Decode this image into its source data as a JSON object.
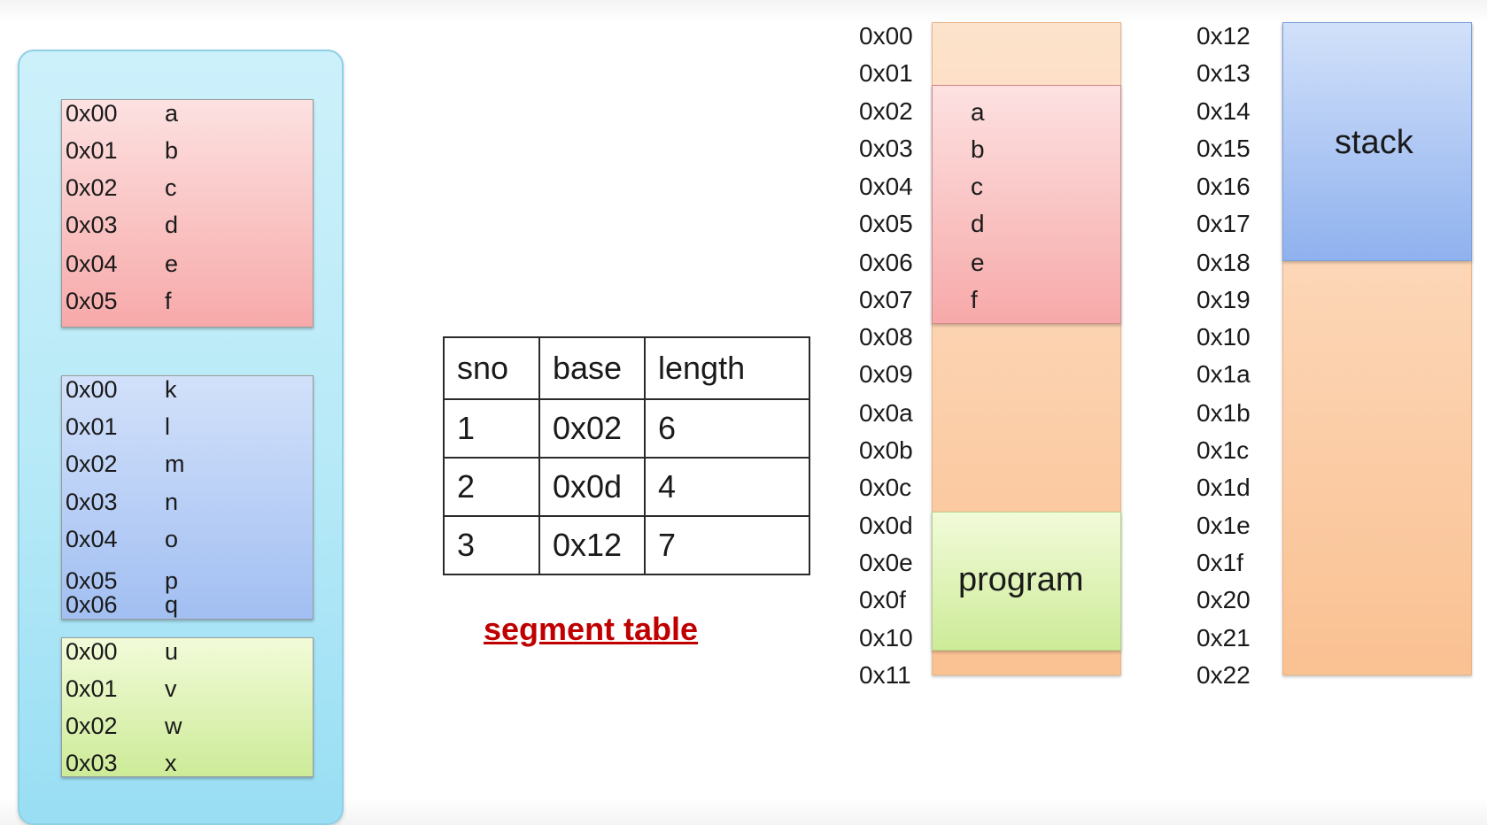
{
  "logical_segments": [
    {
      "color": "red",
      "rows": [
        {
          "addr": "0x00",
          "val": "a"
        },
        {
          "addr": "0x01",
          "val": "b"
        },
        {
          "addr": "0x02",
          "val": "c"
        },
        {
          "addr": "0x03",
          "val": "d"
        },
        {
          "addr": "0x04",
          "val": "e"
        },
        {
          "addr": "0x05",
          "val": "f"
        }
      ]
    },
    {
      "color": "blue",
      "rows": [
        {
          "addr": "0x00",
          "val": "k"
        },
        {
          "addr": "0x01",
          "val": "l"
        },
        {
          "addr": "0x02",
          "val": "m"
        },
        {
          "addr": "0x03",
          "val": "n"
        },
        {
          "addr": "0x04",
          "val": "o"
        },
        {
          "addr": "0x05",
          "val": "p"
        },
        {
          "addr": "0x06",
          "val": "q"
        }
      ]
    },
    {
      "color": "green",
      "rows": [
        {
          "addr": "0x00",
          "val": "u"
        },
        {
          "addr": "0x01",
          "val": "v"
        },
        {
          "addr": "0x02",
          "val": "w"
        },
        {
          "addr": "0x03",
          "val": "x"
        }
      ]
    }
  ],
  "segment_table": {
    "headers": [
      "sno",
      "base",
      "length"
    ],
    "rows": [
      [
        "1",
        "0x02",
        "6"
      ],
      [
        "2",
        "0x0d",
        "4"
      ],
      [
        "3",
        "0x12",
        "7"
      ]
    ],
    "caption": "segment table"
  },
  "memory_col1": {
    "addresses": [
      "0x00",
      "0x01",
      "0x02",
      "0x03",
      "0x04",
      "0x05",
      "0x06",
      "0x07",
      "0x08",
      "0x09",
      "0x0a",
      "0x0b",
      "0x0c",
      "0x0d",
      "0x0e",
      "0x0f",
      "0x10",
      "0x11"
    ],
    "cells": [
      "a",
      "b",
      "c",
      "d",
      "e",
      "f"
    ],
    "program_label": "program"
  },
  "memory_col2": {
    "addresses": [
      "0x12",
      "0x13",
      "0x14",
      "0x15",
      "0x16",
      "0x17",
      "0x18",
      "0x19",
      "0x10",
      "0x1a",
      "0x1b",
      "0x1c",
      "0x1d",
      "0x1e",
      "0x1f",
      "0x20",
      "0x21",
      "0x22"
    ],
    "stack_label": "stack"
  },
  "colors": {
    "caption_red": "#c00000",
    "segment_red": "#f7a9a9",
    "segment_blue": "#a2bff2",
    "segment_green": "#cdeb98",
    "memory_orange": "#fac192",
    "container_cyan": "#b6e9f7"
  }
}
